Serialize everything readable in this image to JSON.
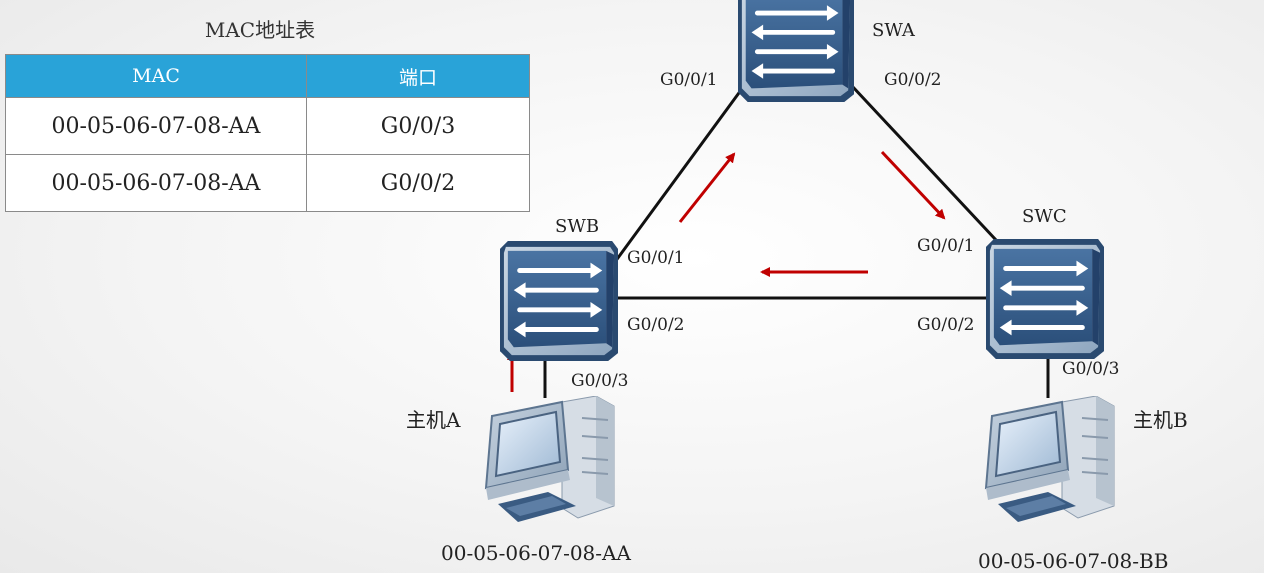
{
  "table": {
    "title": "MAC地址表",
    "headers": [
      "MAC",
      "端口"
    ],
    "rows": [
      {
        "mac": "00-05-06-07-08-AA",
        "port": "G0/0/3"
      },
      {
        "mac": "00-05-06-07-08-AA",
        "port": "G0/0/2"
      }
    ]
  },
  "switches": {
    "swa": {
      "name": "SWA",
      "port1": "G0/0/1",
      "port2": "G0/0/2"
    },
    "swb": {
      "name": "SWB",
      "port1": "G0/0/1",
      "port2": "G0/0/2",
      "port3": "G0/0/3"
    },
    "swc": {
      "name": "SWC",
      "port1": "G0/0/1",
      "port2": "G0/0/2",
      "port3": "G0/0/3"
    }
  },
  "hosts": {
    "a": {
      "name": "主机A",
      "mac": "00-05-06-07-08-AA"
    },
    "b": {
      "name": "主机B",
      "mac": "00-05-06-07-08-BB"
    }
  },
  "colors": {
    "arrow": "#c00000",
    "table_header": "#29a3d8",
    "switch_top": "#9fb3c8",
    "switch_front": "#345c8a"
  }
}
